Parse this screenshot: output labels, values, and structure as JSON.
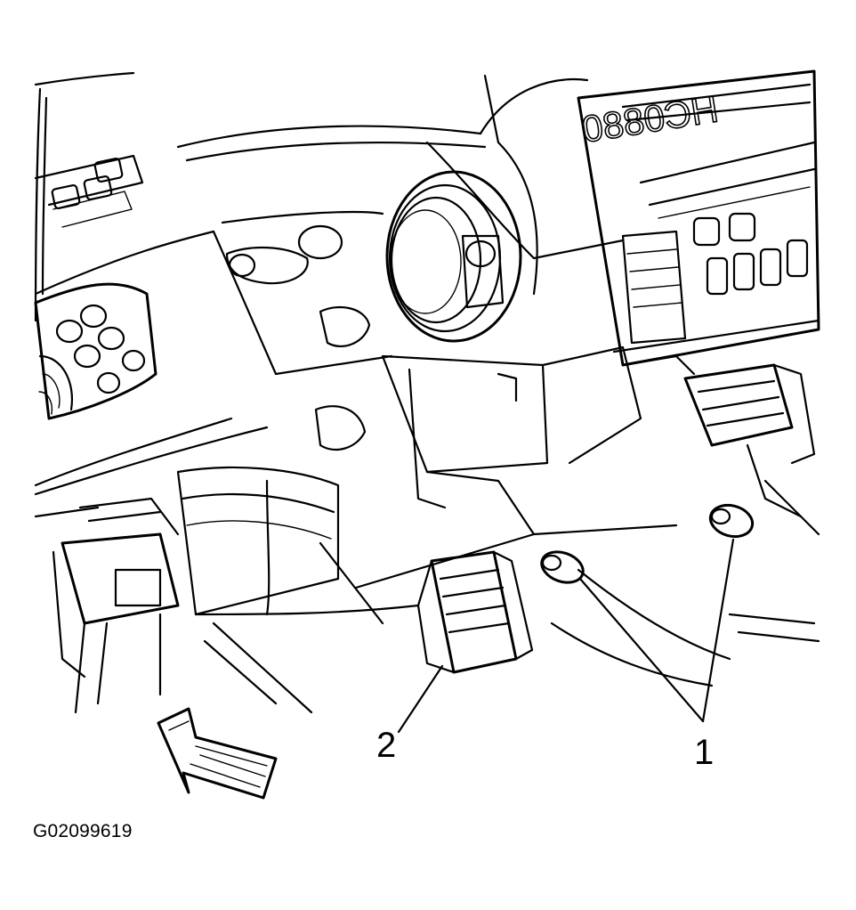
{
  "figure": {
    "id": "G02099619"
  },
  "callouts": [
    {
      "label": "1"
    },
    {
      "label": "2"
    }
  ],
  "cluster_text": "HC0880"
}
